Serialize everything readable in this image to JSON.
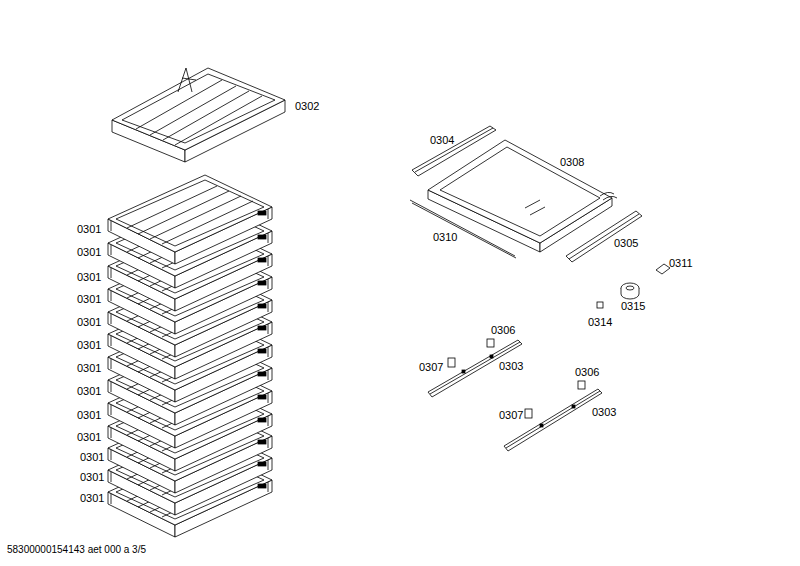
{
  "diagram": {
    "labels": [
      "0302",
      "0304",
      "0308",
      "0301",
      "0310",
      "0305",
      "0301",
      "0311",
      "0301",
      "0301",
      "0315",
      "0314",
      "0301",
      "0306",
      "0301",
      "0307",
      "0303",
      "0301",
      "0306",
      "0301",
      "0303",
      "0307",
      "0301",
      "0301",
      "0301",
      "0301",
      "0301",
      "58300000154143 aet 000 a 3/5"
    ]
  }
}
